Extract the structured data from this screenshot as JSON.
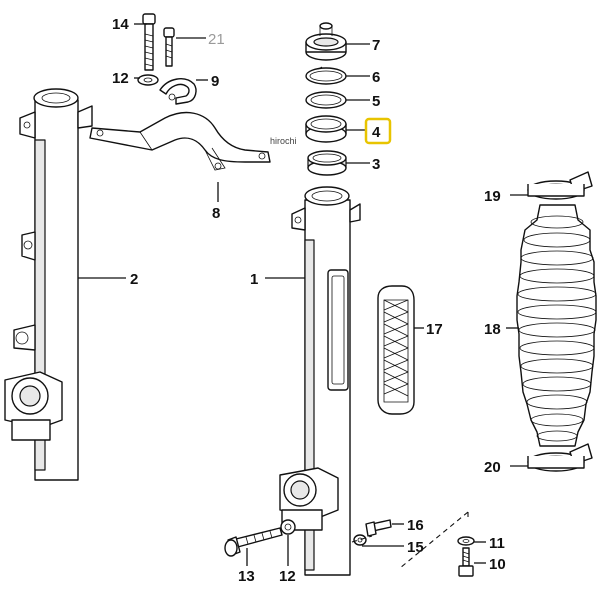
{
  "watermark": "hirochi",
  "colors": {
    "highlight": "#e8c400",
    "ink": "#111111",
    "muted": "#9a9a9a"
  },
  "callouts": {
    "c1": "1",
    "c2": "2",
    "c3": "3",
    "c4": "4",
    "c5": "5",
    "c6": "6",
    "c7": "7",
    "c8": "8",
    "c9": "9",
    "c10": "10",
    "c11": "11",
    "c12a": "12",
    "c12b": "12",
    "c13": "13",
    "c14": "14",
    "c15": "15",
    "c16": "16",
    "c17": "17",
    "c18": "18",
    "c19": "19",
    "c20": "20",
    "c21": "21"
  },
  "highlighted": "4"
}
